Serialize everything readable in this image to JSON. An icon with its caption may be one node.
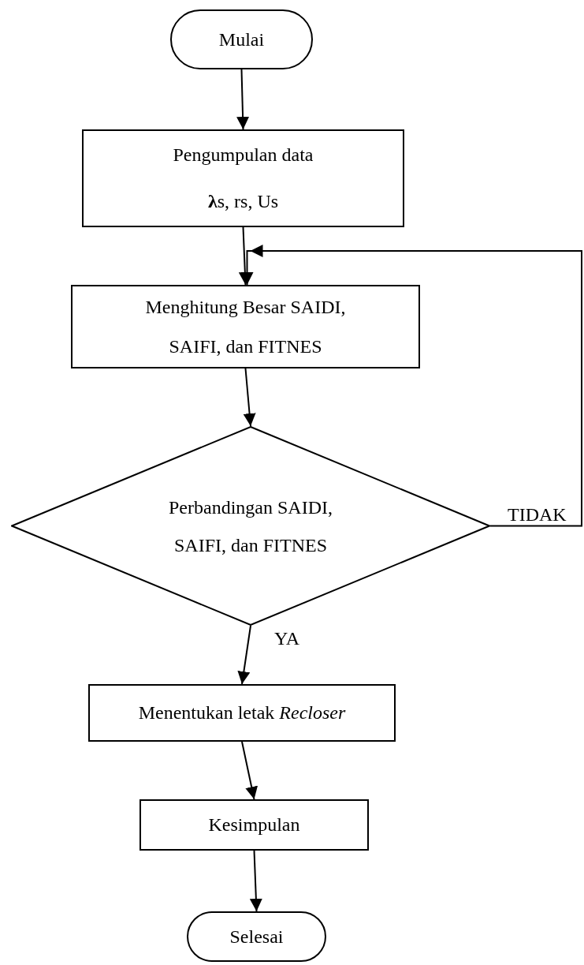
{
  "diagram": {
    "nodes": [
      {
        "text": [
          "Mulai"
        ]
      },
      {
        "text": [
          "Pengumpulan data",
          "**λ**s, rs, Us"
        ]
      },
      {
        "text": [
          "Menghitung Besar SAIDI, SAIFI, dan FITNES"
        ]
      },
      {
        "text": [
          "Perbandingan SAIDI, SAIFI, dan FITNES"
        ]
      },
      {
        "text": [
          "Menentukan letak *Recloser*"
        ]
      },
      {
        "text": [
          "Kesimpulan"
        ]
      },
      {
        "text": [
          "Selesai"
        ]
      }
    ],
    "edges": [
      {
        "from": 0,
        "to": 1,
        "arrow": "to"
      },
      {
        "from": 1,
        "to": 2,
        "arrow": "to"
      },
      {
        "from": 2,
        "to": 3,
        "arrow": "to"
      },
      {
        "from": 3,
        "to": 4,
        "arrow": "to",
        "label": "YA"
      },
      {
        "from": 3,
        "to": 2,
        "arrow": "to",
        "label": "TIDAK"
      },
      {
        "from": 4,
        "to": 5,
        "arrow": "to"
      },
      {
        "from": 5,
        "to": 6,
        "arrow": "to"
      }
    ]
  }
}
